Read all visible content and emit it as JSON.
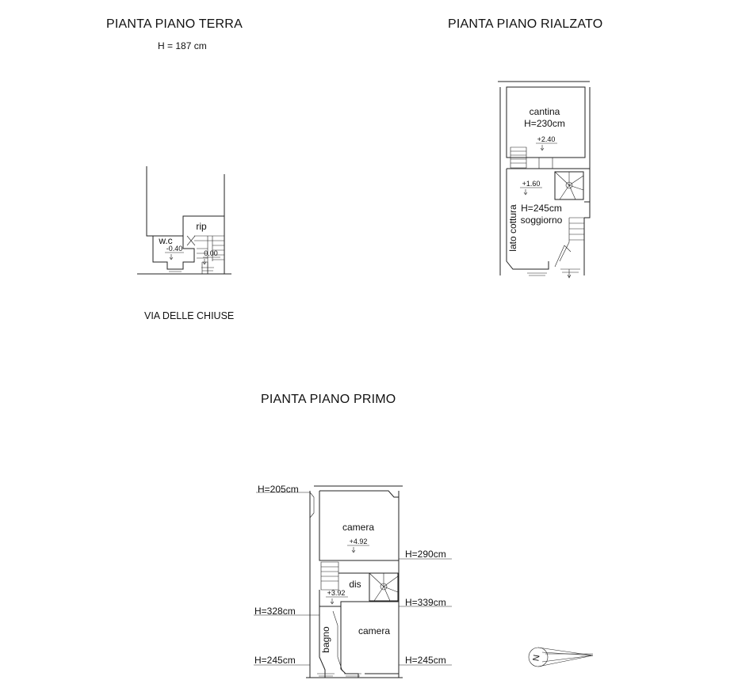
{
  "titles": {
    "ground": "PIANTA PIANO TERRA",
    "ground_height": "H = 187 cm",
    "raised": "PIANTA PIANO RIALZATO",
    "first": "PIANTA PIANO PRIMO",
    "street": "VIA DELLE CHIUSE"
  },
  "ground_floor": {
    "rooms": [
      "rip",
      "w.c"
    ],
    "levels": [
      "-0.40",
      "0.00"
    ]
  },
  "raised_floor": {
    "rooms": [
      "cantina",
      "H=230cm",
      "H=245cm",
      "soggiorno",
      "lato cottura"
    ],
    "levels": [
      "+2.40",
      "+1.60"
    ]
  },
  "first_floor": {
    "rooms": [
      "camera",
      "dis",
      "camera",
      "bagno"
    ],
    "levels": [
      "+4.92",
      "+3.92"
    ],
    "heights": [
      "H=205cm",
      "H=290cm",
      "H=328cm",
      "H=339cm",
      "H=245cm",
      "H=245cm"
    ]
  },
  "north_arrow": {
    "label": "N"
  }
}
